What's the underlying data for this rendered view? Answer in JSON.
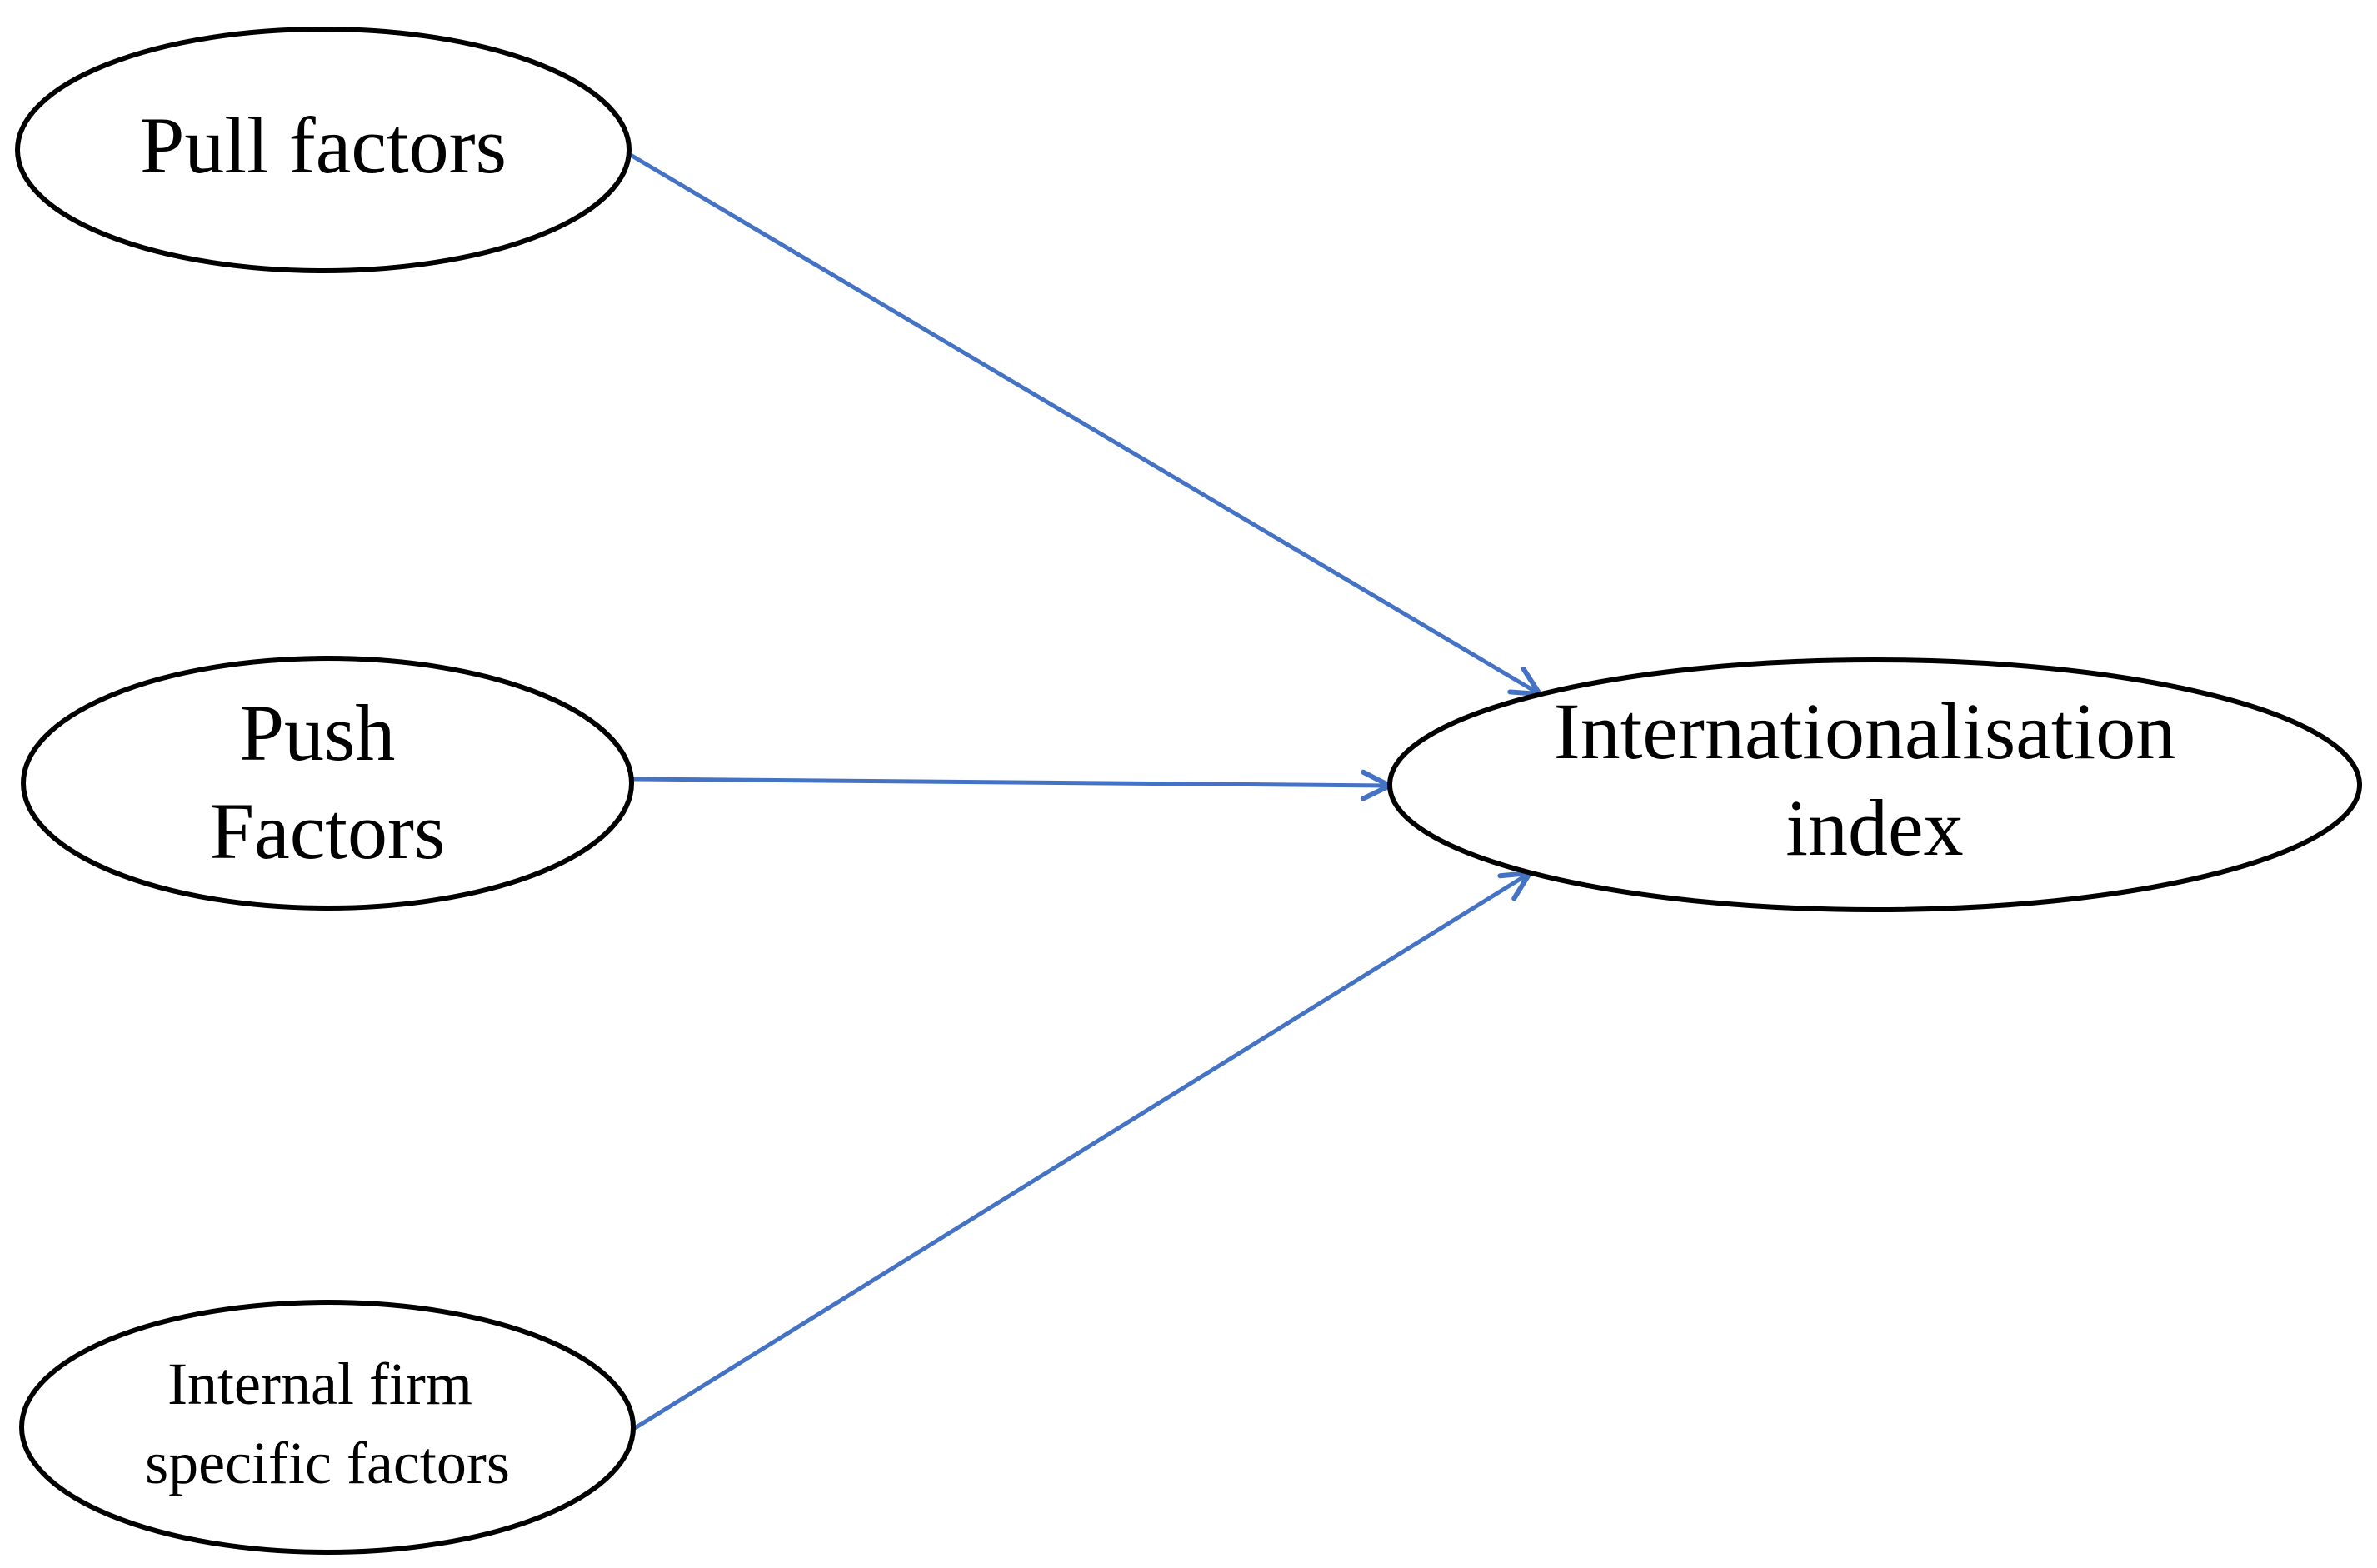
{
  "colors": {
    "arrow": "#4472c4",
    "node_border": "#000000",
    "node_fill": "#ffffff",
    "text": "#000000"
  },
  "nodes": {
    "pull": {
      "lines": [
        "Pull factors"
      ]
    },
    "push": {
      "lines": [
        "Push",
        "Factors"
      ]
    },
    "internal": {
      "lines": [
        "Internal firm",
        "specific factors"
      ]
    },
    "index": {
      "lines": [
        "Internationalisation",
        "index"
      ]
    }
  },
  "edges": [
    {
      "from": "pull",
      "to": "index"
    },
    {
      "from": "push",
      "to": "index"
    },
    {
      "from": "internal",
      "to": "index"
    }
  ]
}
